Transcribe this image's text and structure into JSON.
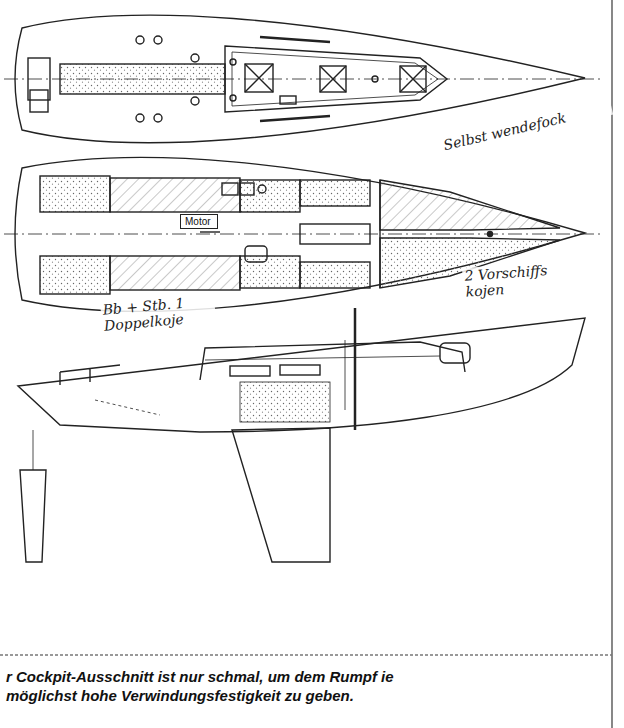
{
  "diagram": {
    "caption": "r Cockpit-Ausschnitt ist nur schmal, um dem Rumpf ie möglichst hohe Verwindungsfestigkeit zu geben.",
    "nodes": [
      {
        "text": [
          "Motor"
        ]
      }
    ],
    "labels": [
      "Selbst wendefock",
      "2 Vorschiffs kojen",
      "Bb + Stb. 1 Doppelkoje"
    ]
  }
}
